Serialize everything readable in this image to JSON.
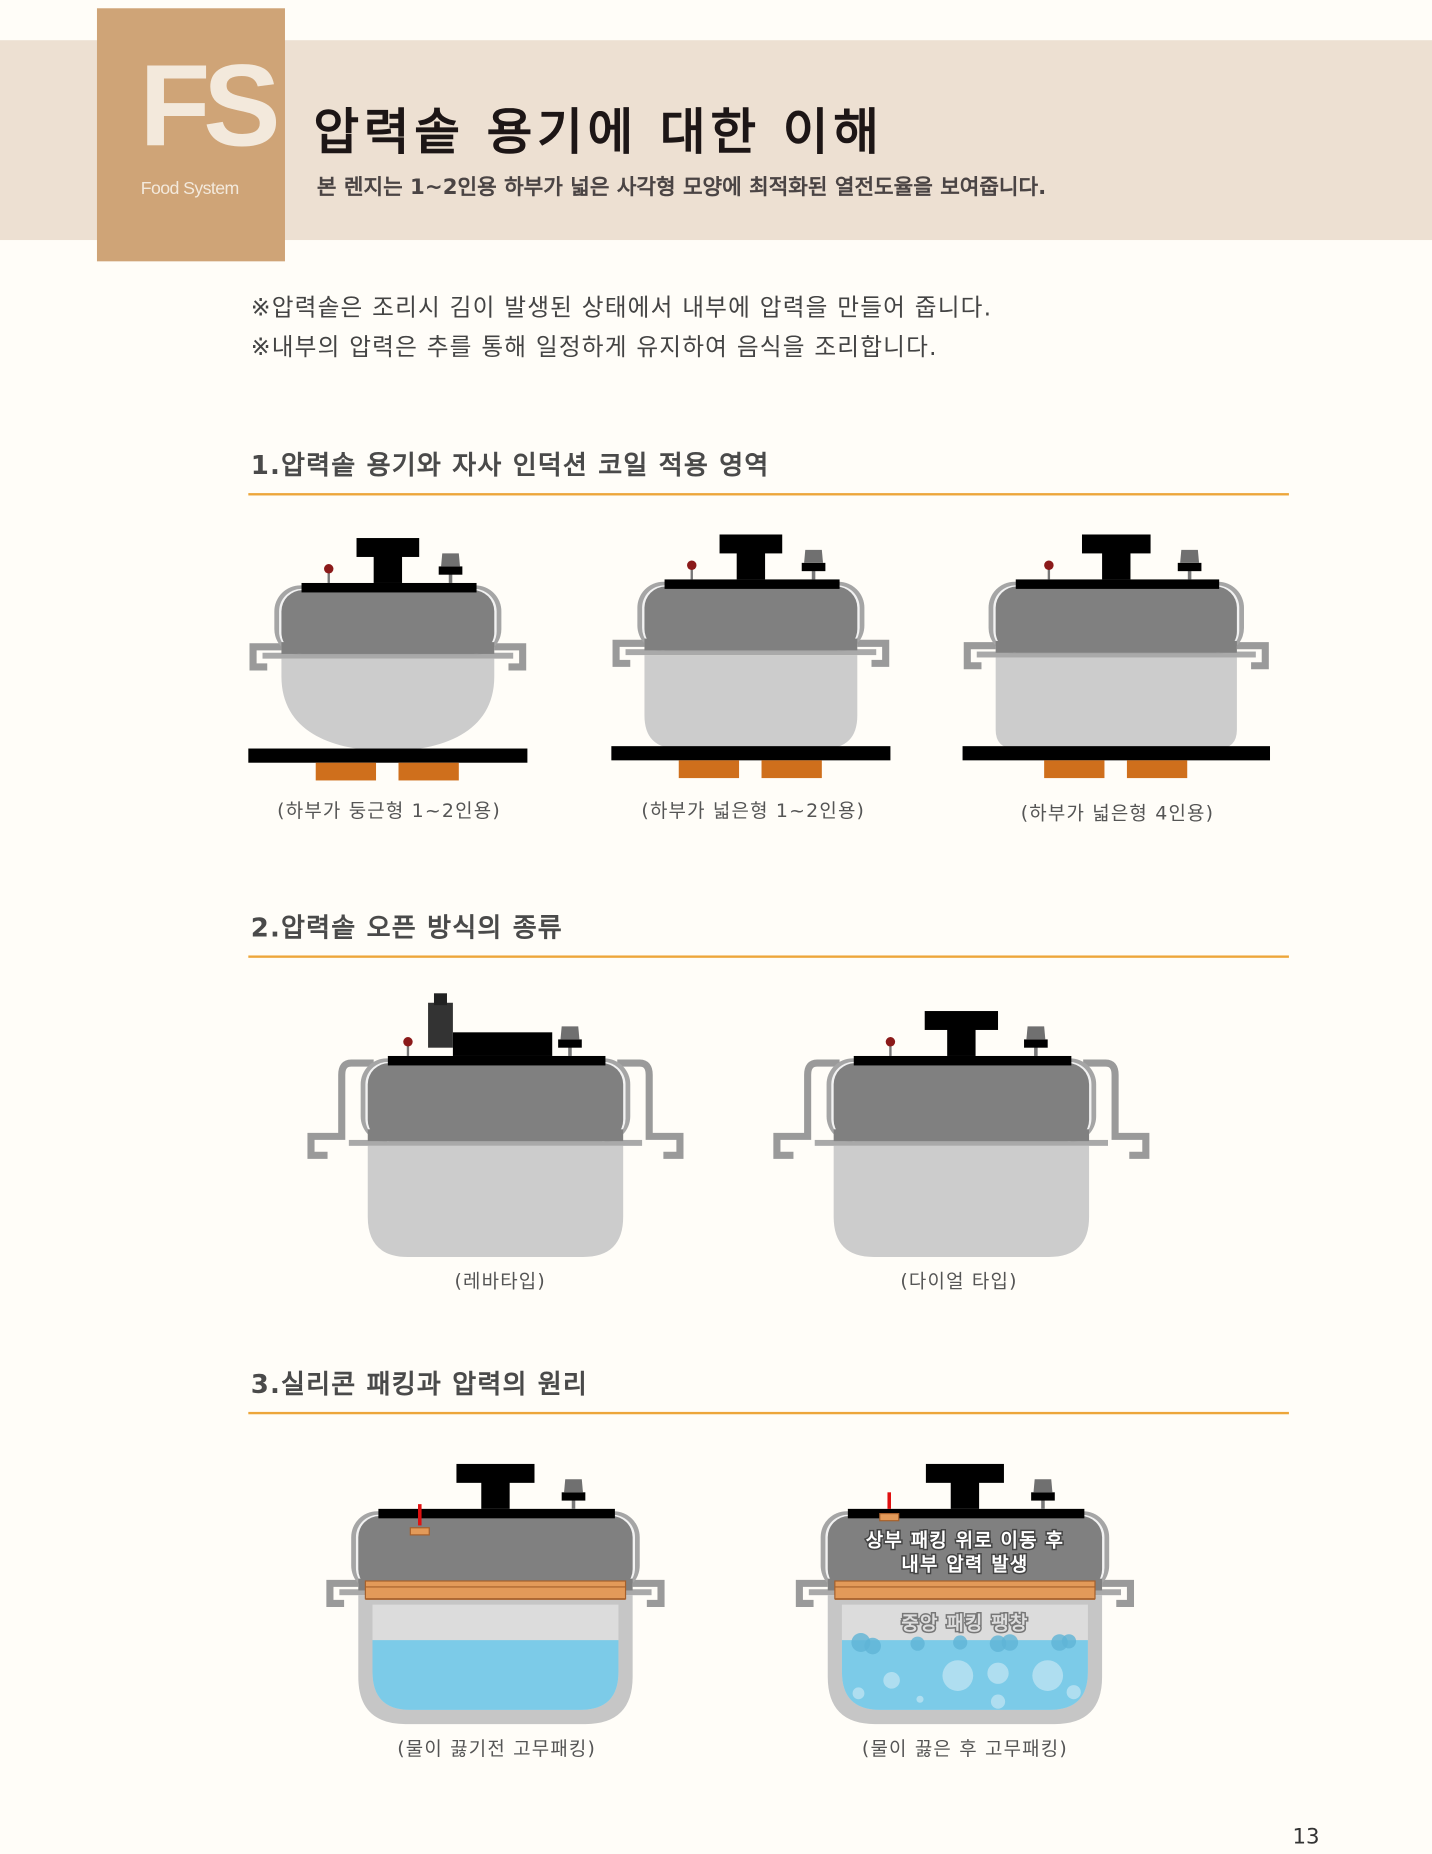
{
  "header": {
    "logo_letters": "FS",
    "logo_text": "Food System",
    "title": "압력솥 용기에 대한 이해",
    "subtitle": "본 렌지는 1~2인용 하부가 넓은 사각형 모양에 최적화된 열전도율을 보여줍니다."
  },
  "notes": [
    "※압력솥은 조리시 김이 발생된 상태에서 내부에 압력을 만들어 줍니다.",
    "※내부의 압력은 추를 통해 일정하게 유지하여 음식을 조리합니다."
  ],
  "sections": [
    {
      "heading": "1.압력솥 용기와 자사 인덕션 코일 적용 영역",
      "captions": [
        "(하부가 둥근형 1~2인용)",
        "(하부가 넓은형 1~2인용)",
        "(하부가 넓은형 4인용)"
      ]
    },
    {
      "heading": "2.압력솥 오픈 방식의 종류",
      "captions": [
        "(레바타입)",
        "(다이얼 타입)"
      ]
    },
    {
      "heading": "3.실리콘 패킹과 압력의 원리",
      "captions": [
        "(물이 끓기전 고무패킹)",
        "(물이 끓은 후 고무패킹)"
      ],
      "overlay": {
        "upper_line1": "상부 패킹 위로 이동 후",
        "upper_line2": "내부 압력 발생",
        "middle": "중앙 패킹 팽창"
      }
    }
  ],
  "page_number": "13",
  "colors": {
    "band": "#ede0d2",
    "logo": "#cfa477",
    "rule": "#eda63a",
    "coil": "#cf6f1c",
    "packing": "#e39a59",
    "water": "#7ccbe8",
    "lid": "#808080",
    "bowl": "#cccccc",
    "pin": "#8b1a1a"
  }
}
